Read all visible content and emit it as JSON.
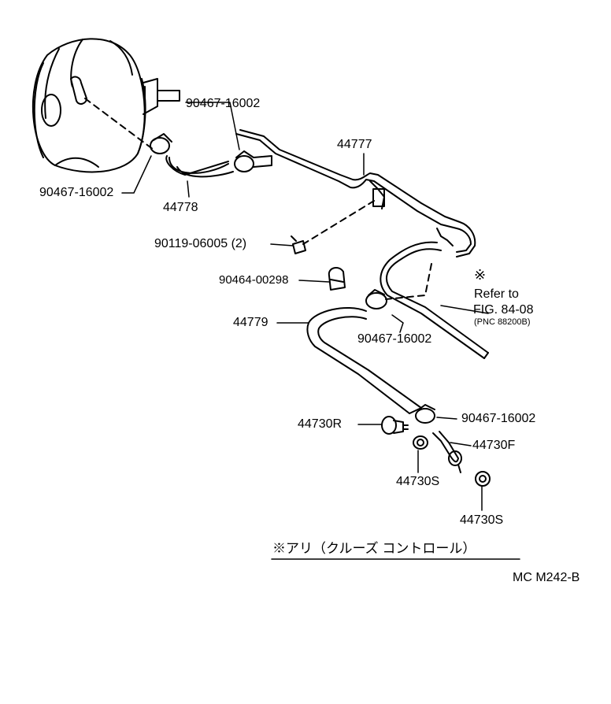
{
  "parts": {
    "clamp_booster": "90467-16002",
    "clamp_upper": "90467-16002",
    "pipe": "44777",
    "hose_front": "44778",
    "screw": "90119-06005 (2)",
    "clamp_small": "90464-00298",
    "hose_main": "44779",
    "clamp_mid": "90467-16002",
    "clamp_lower": "90467-16002",
    "union_r": "44730R",
    "union_f": "44730F",
    "gasket_1": "44730S",
    "gasket_2": "44730S"
  },
  "note": {
    "mark": "※",
    "line1": "Refer to",
    "line2": "FIG. 84-08",
    "line3": "(PNC 88200B)"
  },
  "footer": {
    "option_note": "※アリ（クルーズ コントロール）",
    "code": "MC  M242-B"
  },
  "colors": {
    "ink": "#000000",
    "paper": "#ffffff"
  }
}
